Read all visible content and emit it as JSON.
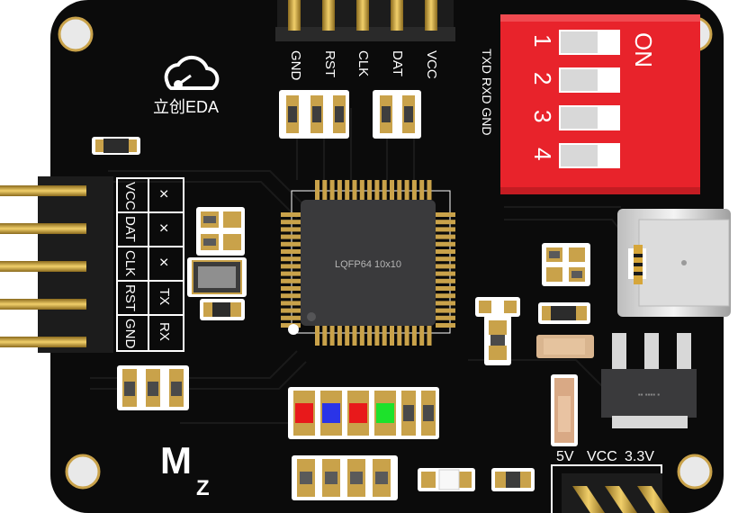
{
  "board": {
    "mcu_label": "LQFP64 10x10",
    "logo_text": "立创EDA",
    "mark_text": "M",
    "mark_sub": "Z"
  },
  "top_header": {
    "labels": [
      "GND",
      "RST",
      "CLK",
      "DAT",
      "VCC"
    ]
  },
  "dip_switch": {
    "on_label": "ON",
    "positions": [
      "1",
      "2",
      "3",
      "4"
    ],
    "side_label": "TXD RXD GND"
  },
  "left_header": {
    "table_rows": [
      {
        "pin": "VCC",
        "mark": "×"
      },
      {
        "pin": "DAT",
        "mark": "×"
      },
      {
        "pin": "CLK",
        "mark": "×"
      },
      {
        "pin": "RST",
        "mark": "TX"
      },
      {
        "pin": "GND",
        "mark": "RX"
      }
    ]
  },
  "power_select": {
    "labels": [
      "5V",
      "VCC",
      "3.3V"
    ]
  },
  "leds": {
    "colors": [
      "#e8191b",
      "#2a34e8",
      "#e8191b",
      "#1de22b"
    ]
  },
  "colors": {
    "pcb": "#0b0b0b",
    "pad": "#c9a24a",
    "switch": "#e8232b"
  }
}
